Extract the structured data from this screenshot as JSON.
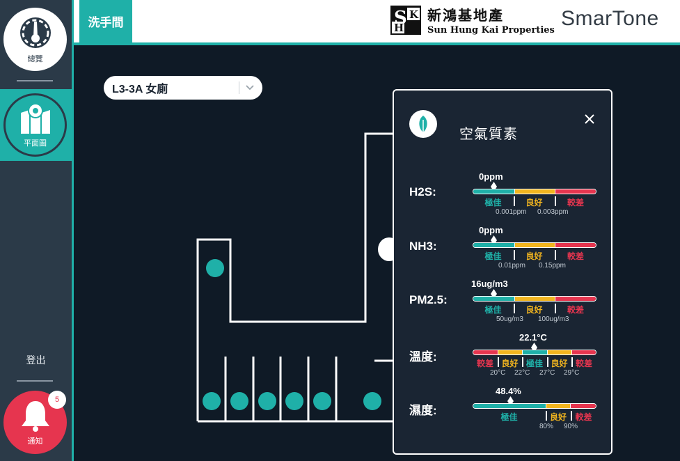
{
  "sidebar": {
    "overview_label": "總覽",
    "floorplan_label": "平面圖",
    "logout_label": "登出",
    "notify_label": "通知",
    "notify_count": "5"
  },
  "header": {
    "page_tab": "洗手間",
    "shkp_cn": "新鴻基地產",
    "shkp_en": "Sun Hung Kai Properties",
    "smartone": "SmarTone"
  },
  "location_select": {
    "value": "L3-3A 女廁"
  },
  "panel": {
    "title": "空氣質素",
    "metrics": [
      {
        "name": "H2S:",
        "value": "0ppm",
        "levels": [
          "極佳",
          "良好",
          "較差"
        ],
        "thresholds": [
          "0.001ppm",
          "0.003ppm"
        ],
        "level": 0.17
      },
      {
        "name": "NH3:",
        "value": "0ppm",
        "levels": [
          "極佳",
          "良好",
          "較差"
        ],
        "thresholds": [
          "0.01ppm",
          "0.15ppm"
        ],
        "level": 0.17
      },
      {
        "name": "PM2.5:",
        "value": "16ug/m3",
        "levels": [
          "極佳",
          "良好",
          "較差"
        ],
        "thresholds": [
          "50ug/m3",
          "100ug/m3"
        ],
        "level": 0.17
      },
      {
        "name": "溫度:",
        "value": "22.1°C",
        "levels": [
          "較差",
          "良好",
          "極佳",
          "良好",
          "較差"
        ],
        "thresholds": [
          "20°C",
          "22°C",
          "27°C",
          "29°C"
        ],
        "level": 0.5
      },
      {
        "name": "濕度:",
        "value": "48.4%",
        "levels": [
          "極佳",
          "良好",
          "較差"
        ],
        "thresholds": [
          "80%",
          "90%"
        ],
        "level": 0.31
      }
    ]
  },
  "colors": {
    "accent": "#1fb0a8",
    "good": "#f2b51f",
    "poor": "#e6354f",
    "panel_bg": "#1a2533",
    "sidebar_bg": "#2b3a48"
  }
}
